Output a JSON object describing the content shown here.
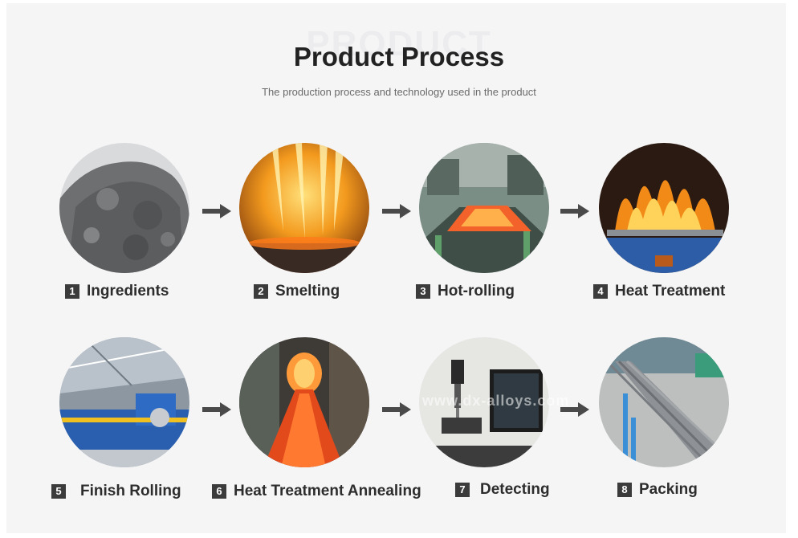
{
  "header": {
    "watermark": "PRODUCT",
    "title": "Product Process",
    "subtitle": "The production process and technology used in the product"
  },
  "steps": [
    {
      "number": "1",
      "label": "Ingredients"
    },
    {
      "number": "2",
      "label": "Smelting"
    },
    {
      "number": "3",
      "label": "Hot-rolling"
    },
    {
      "number": "4",
      "label": "Heat Treatment"
    },
    {
      "number": "5",
      "label": "Finish Rolling"
    },
    {
      "number": "6",
      "label": "Heat Treatment Annealing"
    },
    {
      "number": "7",
      "label": "Detecting"
    },
    {
      "number": "8",
      "label": "Packing"
    }
  ],
  "image_watermark": "www.dx-alloys.com",
  "colors": {
    "background": "#f5f5f6",
    "title": "#222222",
    "number_badge": "#3b3b3b",
    "arrow": "#4a4a4a"
  }
}
